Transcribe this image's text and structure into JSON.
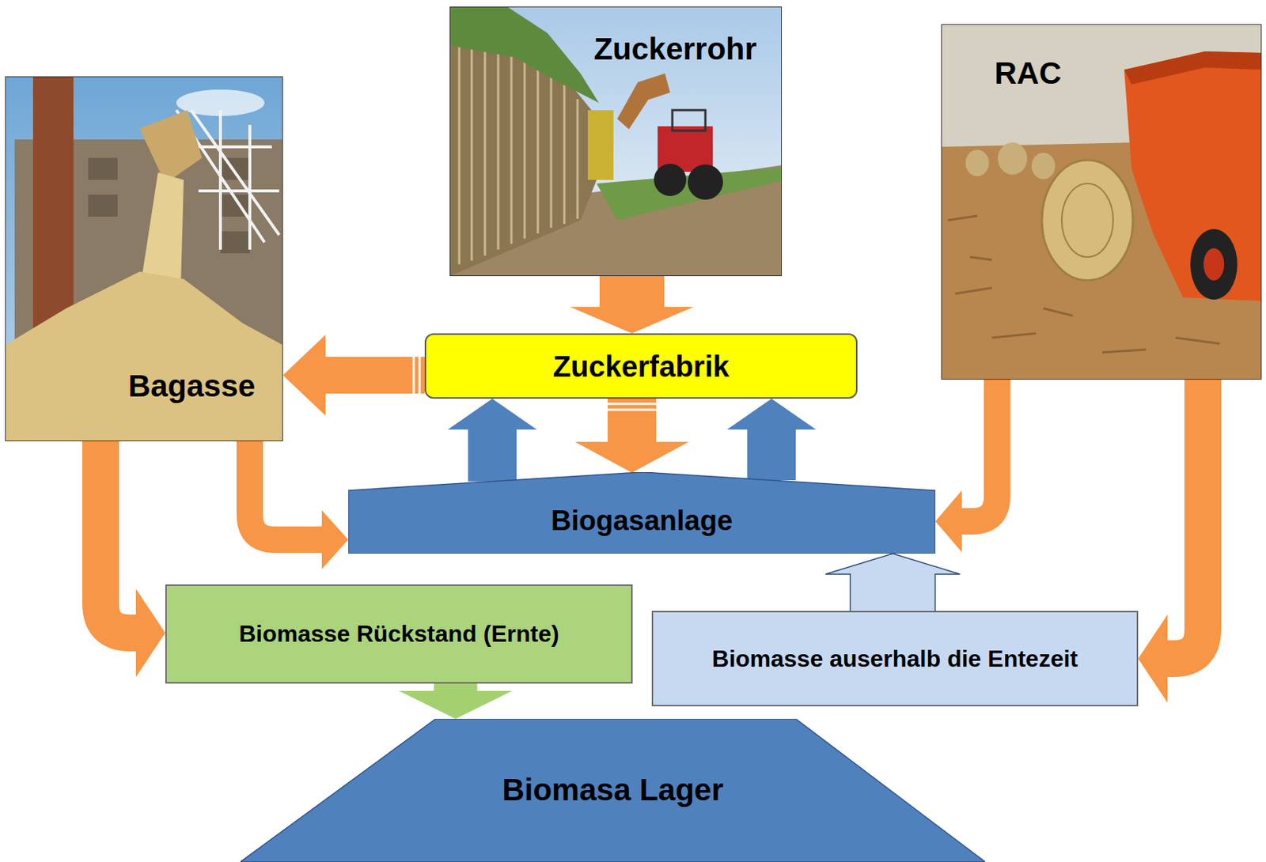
{
  "diagram": {
    "nodes": [
      {
        "text": [
          "Zuckerrohr"
        ]
      },
      {
        "text": [
          "RAC"
        ]
      },
      {
        "text": [
          "Bagasse"
        ]
      },
      {
        "text": [
          "Zuckerfabrik"
        ]
      },
      {
        "text": [
          "Biogasanlage"
        ]
      },
      {
        "text": [
          "Biomasse Rückstand (Ernte)"
        ]
      },
      {
        "text": [
          "Biomasse auserhalb die Entezeit"
        ]
      },
      {
        "text": [
          "Biomasa Lager"
        ]
      }
    ],
    "edges": [
      {
        "from": 0,
        "to": 3,
        "arrow": "to"
      },
      {
        "from": 3,
        "to": 2,
        "arrow": "to"
      },
      {
        "from": 3,
        "to": 4,
        "arrow": "to"
      },
      {
        "from": 4,
        "to": 3,
        "arrow": "to"
      },
      {
        "from": 4,
        "to": 3,
        "arrow": "to"
      },
      {
        "from": 2,
        "to": 5,
        "arrow": "to"
      },
      {
        "from": 2,
        "to": 4,
        "arrow": "to"
      },
      {
        "from": 1,
        "to": 4,
        "arrow": "to"
      },
      {
        "from": 1,
        "to": 6,
        "arrow": "to"
      },
      {
        "from": 6,
        "to": 4,
        "arrow": "to"
      },
      {
        "from": 5,
        "to": 7,
        "arrow": "to"
      }
    ]
  }
}
